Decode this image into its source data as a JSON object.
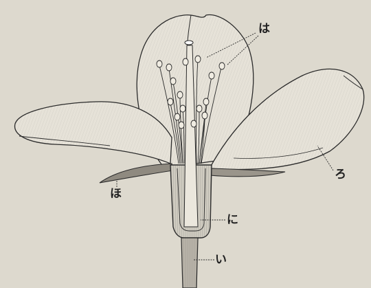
{
  "labels": {
    "i": "い",
    "ro": "ろ",
    "ha": "は",
    "ni": "に",
    "ho": "ほ"
  },
  "colors": {
    "background": "#ddd9ce",
    "ink": "#2a2a2a",
    "petal_fill": "#e6e2d8"
  }
}
